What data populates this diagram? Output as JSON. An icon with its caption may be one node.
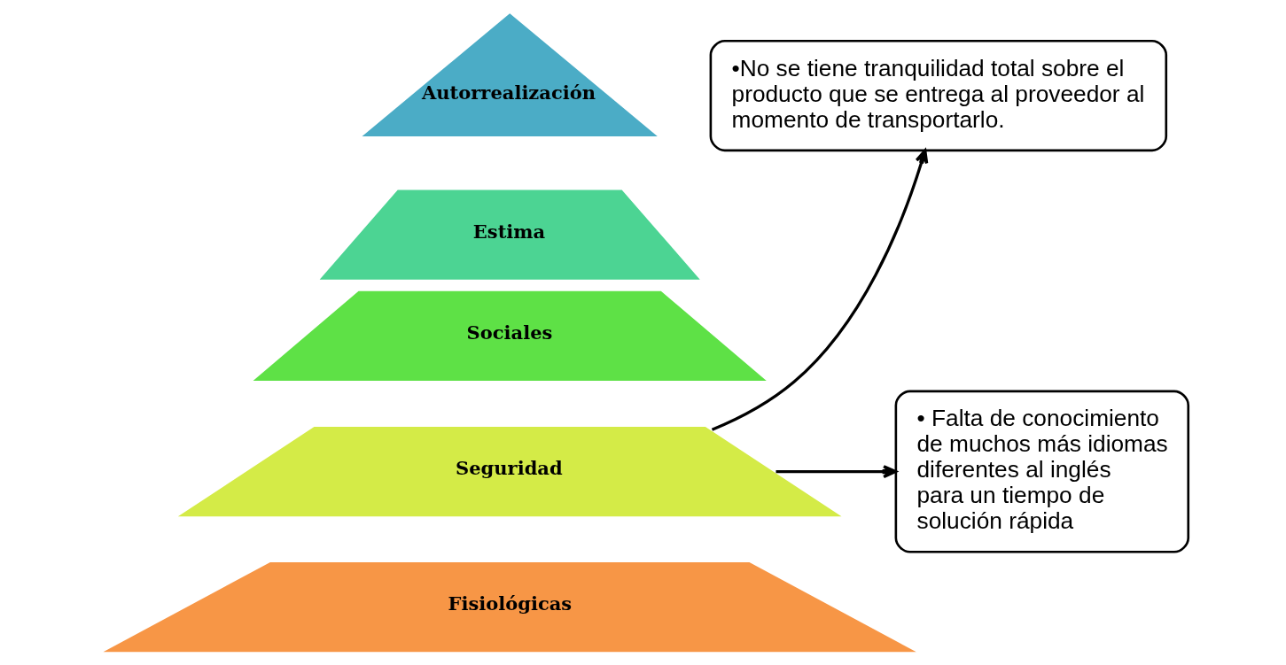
{
  "diagram": {
    "nodes": [
      {
        "text": [
          "Autorrealización"
        ]
      },
      {
        "text": [
          "Estima"
        ]
      },
      {
        "text": [
          "Sociales"
        ]
      },
      {
        "text": [
          "Seguridad"
        ]
      },
      {
        "text": [
          "Fisiológicas"
        ]
      },
      {
        "text": [
          "•No se tiene tranquilidad total sobre el producto que se entrega al proveedor al momento de transportarlo."
        ]
      },
      {
        "text": [
          "• Falta de conocimiento de muchos más idiomas diferentes al inglés para un tiempo de solución rápida"
        ]
      }
    ],
    "edges": [
      {
        "from": 3,
        "to": 5,
        "arrow": "to"
      },
      {
        "from": 3,
        "to": 6,
        "arrow": "to"
      }
    ]
  }
}
